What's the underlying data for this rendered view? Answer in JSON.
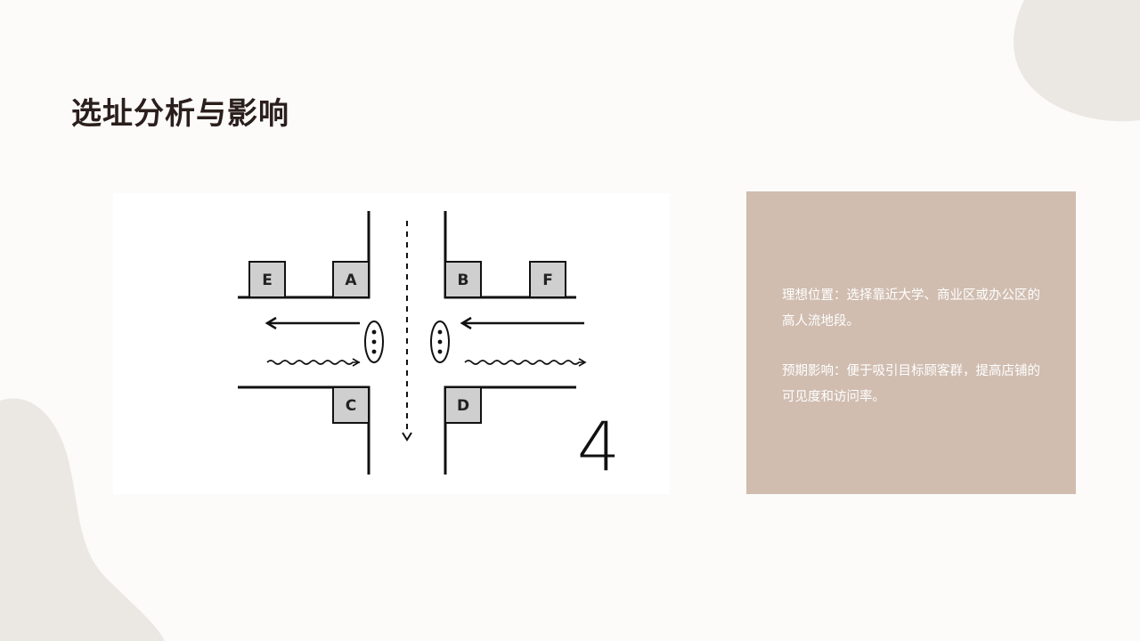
{
  "page": {
    "title": "选址分析与影响"
  },
  "diagram": {
    "shop_labels": [
      "E",
      "A",
      "B",
      "F",
      "C",
      "D"
    ],
    "number_label": "4"
  },
  "info_panel": {
    "ideal_location": "理想位置：选择靠近大学、商业区或办公区的高人流地段。",
    "expected_impact": "预期影响：便于吸引目标顾客群，提高店铺的可见度和访问率。"
  },
  "colors": {
    "background": "#fcfbf9",
    "blob": "#ebe8e3",
    "panel": "#d0bdb0",
    "title": "#2a1f1c",
    "shop_fill": "#cfcfcf"
  }
}
